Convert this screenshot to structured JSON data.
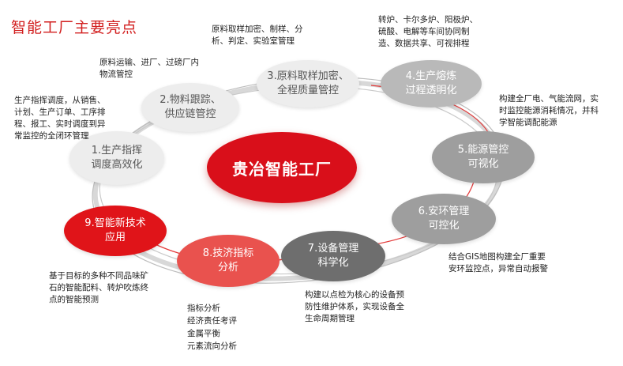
{
  "title": "智能工厂主要亮点",
  "center": "贵冶智能工厂",
  "nodes": [
    {
      "label": "1.生产指挥\n调度高效化",
      "desc": "生产指挥调度，从销售、\n计划、生产订单、工序排\n程、报工、实时调度到异\n常监控的全闭环管理"
    },
    {
      "label": "2.物料跟踪、\n供应链管控",
      "desc": "原料运输、进厂、过磅厂内\n物流管控"
    },
    {
      "label": "3.原料取样加密、\n全程质量管控",
      "desc": "原料取样加密、制样、分\n析、判定、实验室管理"
    },
    {
      "label": "4.生产熔炼\n过程透明化",
      "desc": "转炉、卡尔多炉、阳极炉、\n硫酸、电解等车间协同制\n造、数据共享、可视排程"
    },
    {
      "label": "5.能源管控\n可视化",
      "desc": "构建全厂电、气能流网，实\n时监控能源消耗情况，并科\n学智能调配能源"
    },
    {
      "label": "6.安环管理\n可控化",
      "desc": "结合GIS地图构建全厂重要\n安环监控点，异常自动报警"
    },
    {
      "label": "7.设备管理\n科学化",
      "desc": "构建以点检为核心的设备预\n防性维护体系，实现设备全\n生命周期管理"
    },
    {
      "label": "8.技济指标\n分析",
      "desc_items": [
        "指标分析",
        "经济责任考评",
        "金属平衡",
        "元素流向分析"
      ]
    },
    {
      "label": "9.智能新技术\n应用",
      "desc": "基于目标的多种不同品味矿\n石的智能配料、转炉吹炼终\n点的智能预测"
    }
  ]
}
